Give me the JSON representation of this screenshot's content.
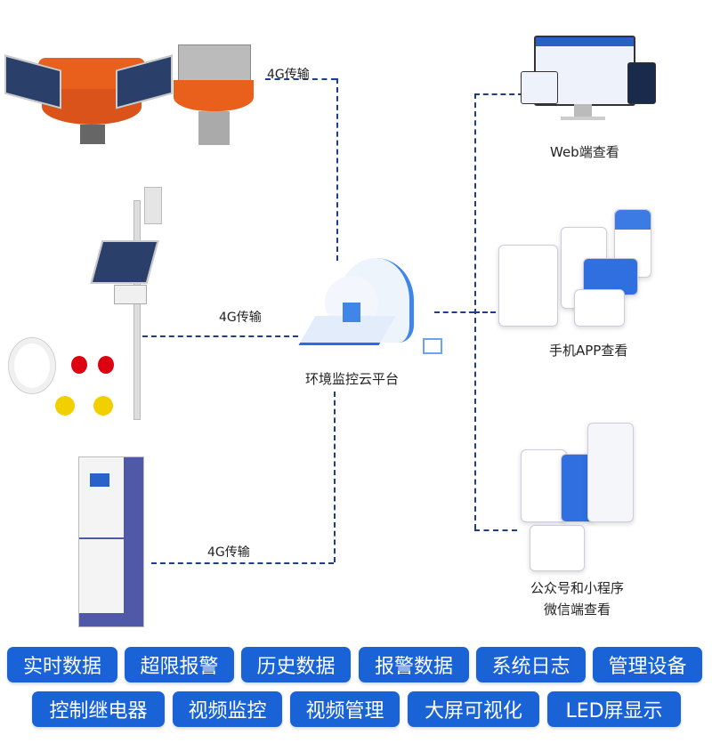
{
  "links": {
    "top": "4G传输",
    "middle": "4G传输",
    "bottom": "4G传输"
  },
  "platform": {
    "label": "环境监控云平台"
  },
  "clients": {
    "web": "Web端查看",
    "app": "手机APP查看",
    "wechat_line1": "公众号和小程序",
    "wechat_line2": "微信端查看"
  },
  "features": {
    "row1": [
      "实时数据",
      "超限报警",
      "历史数据",
      "报警数据",
      "系统日志",
      "管理设备"
    ],
    "row2": [
      "控制继电器",
      "视频监控",
      "视频管理",
      "大屏可视化",
      "LED屏显示"
    ]
  },
  "colors": {
    "accent": "#1a63d6",
    "line": "#1f3d8f"
  }
}
